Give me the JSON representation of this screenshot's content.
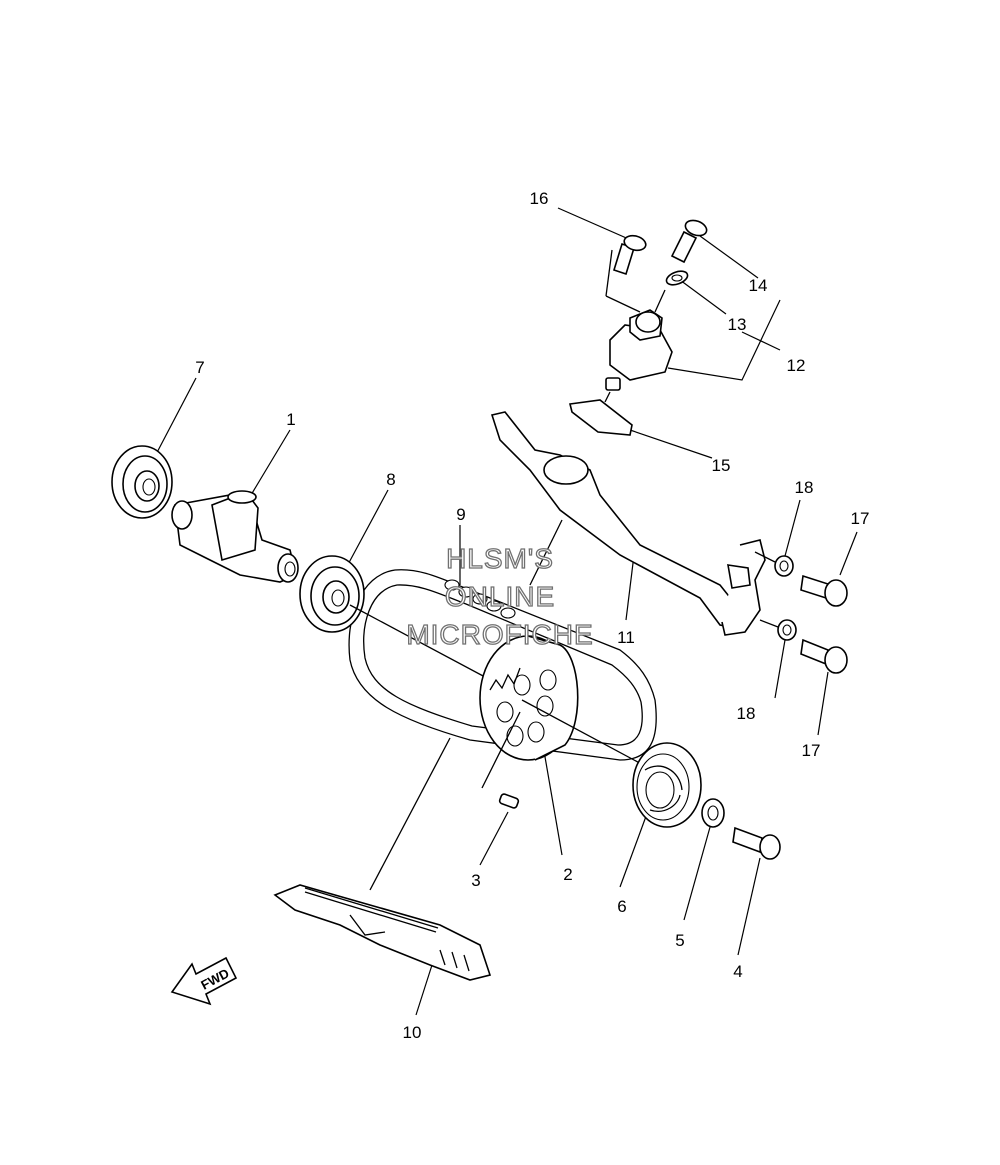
{
  "watermark": {
    "line1": "HLSM'S",
    "line2": "ONLINE",
    "line3": "MICROFICHE"
  },
  "direction_arrow": {
    "label": "FWD",
    "icon": "fwd-arrow-icon"
  },
  "callouts": [
    {
      "id": "1",
      "label": "1"
    },
    {
      "id": "2",
      "label": "2"
    },
    {
      "id": "3",
      "label": "3"
    },
    {
      "id": "4",
      "label": "4"
    },
    {
      "id": "5",
      "label": "5"
    },
    {
      "id": "6",
      "label": "6"
    },
    {
      "id": "7",
      "label": "7"
    },
    {
      "id": "8",
      "label": "8"
    },
    {
      "id": "9",
      "label": "9"
    },
    {
      "id": "10",
      "label": "10"
    },
    {
      "id": "11",
      "label": "11"
    },
    {
      "id": "12",
      "label": "12"
    },
    {
      "id": "13",
      "label": "13"
    },
    {
      "id": "14",
      "label": "14"
    },
    {
      "id": "15",
      "label": "15"
    },
    {
      "id": "16",
      "label": "16"
    },
    {
      "id": "17a",
      "label": "17"
    },
    {
      "id": "17b",
      "label": "17"
    },
    {
      "id": "18a",
      "label": "18"
    },
    {
      "id": "18b",
      "label": "18"
    }
  ]
}
